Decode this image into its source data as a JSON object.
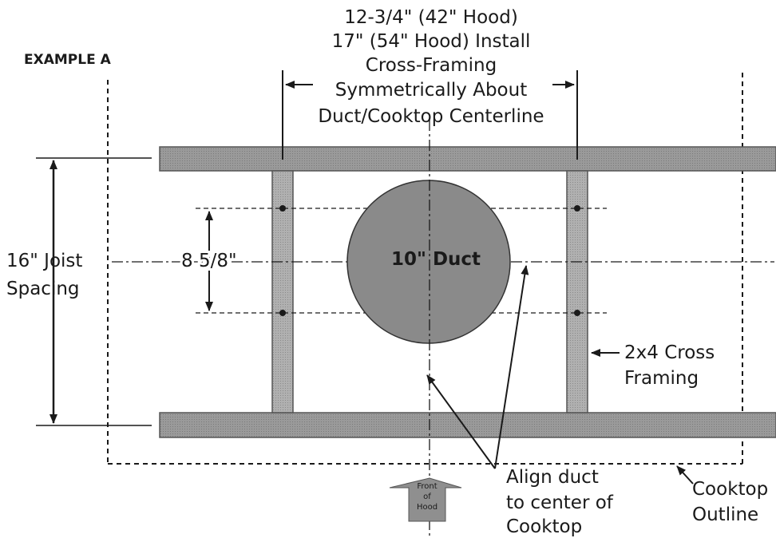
{
  "diagram": {
    "example_label": "EXAMPLE A",
    "top_note": [
      "12-3/4\" (42\" Hood)",
      "17\" (54\" Hood) Install",
      "Cross-Framing",
      "Symmetrically About",
      "Duct/Cooktop Centerline"
    ],
    "joist_label": [
      "16\" Joist",
      "Spacing"
    ],
    "hole_spacing_label": "8 5/8\"",
    "duct_label": "10\" Duct",
    "cross_framing_label": [
      "2x4 Cross",
      "Framing"
    ],
    "align_label": [
      "Align duct",
      "to center of",
      "Cooktop"
    ],
    "cooktop_outline_label": [
      "Cooktop",
      "Outline"
    ],
    "front_of_hood_label": [
      "Front",
      "of",
      "Hood"
    ],
    "colors": {
      "lumber": "#8f8f8f",
      "lumber_edge": "#555555",
      "cross_framing": "#a6a6a6",
      "duct": "#8a8a8a",
      "ink": "#1a1a1a"
    }
  }
}
